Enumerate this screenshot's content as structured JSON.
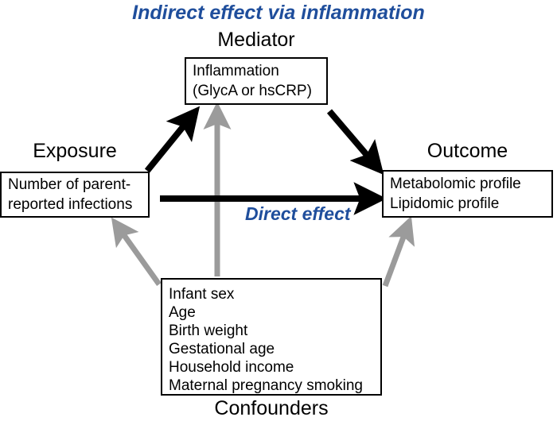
{
  "figure": {
    "title": "Indirect effect via inflammation",
    "direct_effect_label": "Direct effect",
    "colors": {
      "accent_blue": "#1f4e9c",
      "arrow_black": "#000000",
      "arrow_gray": "#9b9b9b",
      "box_border": "#000000",
      "background": "#ffffff"
    }
  },
  "nodes": {
    "mediator": {
      "group_label": "Mediator",
      "lines": [
        "Inflammation",
        "(GlycA or hsCRP)"
      ]
    },
    "exposure": {
      "group_label": "Exposure",
      "lines": [
        "Number of parent-",
        "reported infections"
      ]
    },
    "outcome": {
      "group_label": "Outcome",
      "lines": [
        "Metabolomic profile",
        "Lipidomic profile"
      ]
    },
    "confounders": {
      "group_label": "Confounders",
      "lines": [
        "Infant sex",
        "Age",
        "Birth weight",
        "Gestational age",
        "Household income",
        "Maternal pregnancy smoking"
      ]
    }
  },
  "arrows": [
    {
      "name": "exposure-to-mediator",
      "style": "black",
      "from": "exposure",
      "to": "mediator"
    },
    {
      "name": "mediator-to-outcome",
      "style": "black",
      "from": "mediator",
      "to": "outcome"
    },
    {
      "name": "exposure-to-outcome",
      "style": "black",
      "from": "exposure",
      "to": "outcome"
    },
    {
      "name": "confounders-to-exposure",
      "style": "gray",
      "from": "confounders",
      "to": "exposure"
    },
    {
      "name": "confounders-to-mediator",
      "style": "gray",
      "from": "confounders",
      "to": "mediator"
    },
    {
      "name": "confounders-to-outcome",
      "style": "gray",
      "from": "confounders",
      "to": "outcome"
    }
  ]
}
